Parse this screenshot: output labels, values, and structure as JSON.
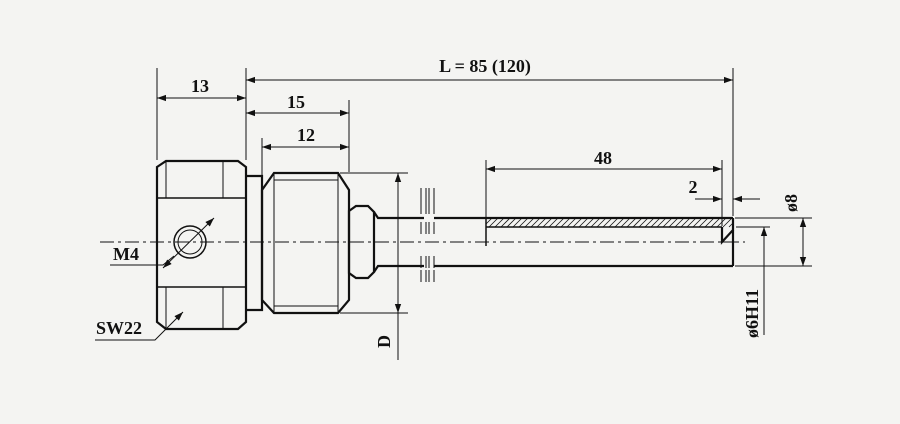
{
  "dimensions": {
    "total_length": "L = 85 (120)",
    "hex_length": "13",
    "thread_length_outer": "15",
    "thread_length_inner": "12",
    "tube_length": "48",
    "tip_offset": "2",
    "outer_diameter": "ø8",
    "inner_bore": "ø6H11",
    "thread_diameter": "D"
  },
  "labels": {
    "side_hole_thread": "M4",
    "wrench_size": "SW22"
  },
  "colors": {
    "background": "#f4f4f2",
    "line": "#111111"
  }
}
